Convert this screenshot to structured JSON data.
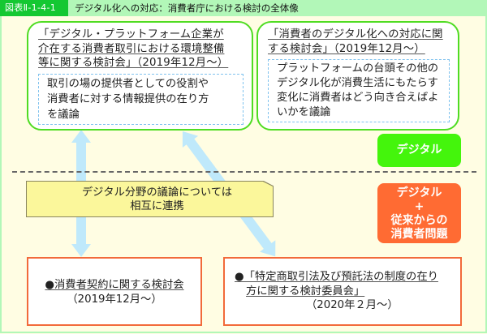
{
  "header": {
    "figure_label": "図表Ⅱ-1-4-1",
    "title": "デジタル化への対応：消費者庁における検討の全体像"
  },
  "top_left_box": {
    "heading_lines": [
      "「デジタル・プラットフォーム企業が",
      "介在する消費者取引における環境整備",
      "等に関する検討会」（2019年12月～）"
    ],
    "description_lines": [
      "取引の場の提供者としての役割や",
      "消費者に対する情報提供の在り方",
      "を議論"
    ]
  },
  "top_right_box": {
    "heading_lines": [
      "「消費者のデジタル化への対応に関",
      "する検討会」（2019年12月～）"
    ],
    "description_lines": [
      "プラットフォームの台頭その他の",
      "デジタル化が消費生活にもたらす",
      "変化に消費者はどう向き合えばよ",
      "いかを議論"
    ]
  },
  "badges": {
    "digital": {
      "label": "デジタル",
      "color": "#44f50c"
    },
    "digital_plus_traditional": {
      "lines": [
        "デジタル",
        "+",
        "従来からの",
        "消費者問題"
      ],
      "color": "#ff6b33"
    }
  },
  "coordination_note": {
    "lines": [
      "デジタル分野の議論については",
      "相互に連携"
    ],
    "color": "#fbf79b"
  },
  "bottom_left_box": {
    "heading": "●消費者契約に関する検討会",
    "date": "（2019年12月～）"
  },
  "bottom_right_box": {
    "heading_lines": [
      "●「特定商取引法及び預託法の制度の在り",
      "方に関する検討委員会」"
    ],
    "date": "（2020年２月～）"
  },
  "colors": {
    "background": "#fffde3",
    "header_band": "#b2f7b8",
    "header_label": "#14c832",
    "green_border": "#4fdc22",
    "orange_border": "#f26a3a",
    "arrow": "#bfe9fb"
  }
}
